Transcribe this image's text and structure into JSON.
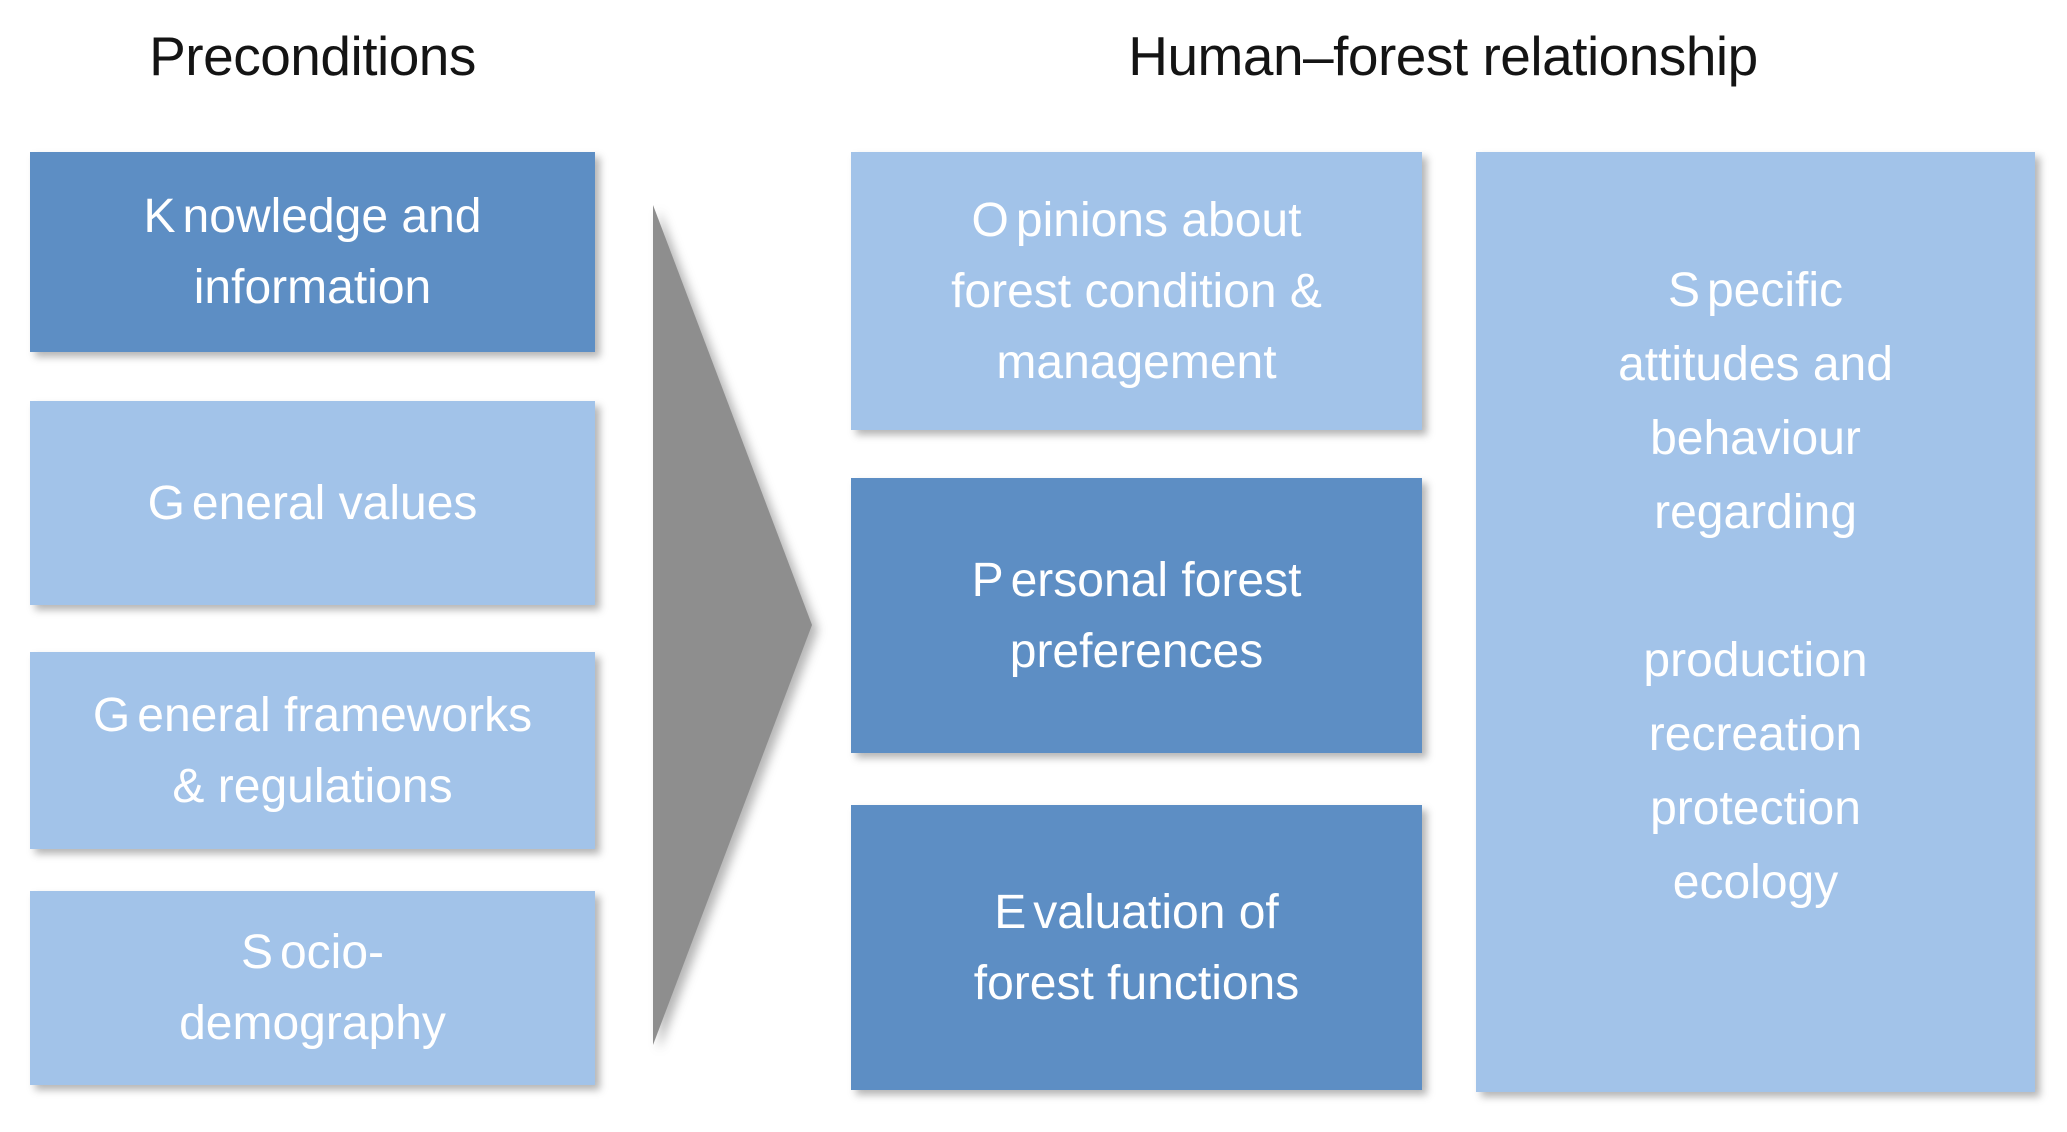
{
  "titles": {
    "preconditions": "Preconditions",
    "human_forest": "Human–forest relationship"
  },
  "columns": {
    "preconditions": {
      "boxes": [
        {
          "id": "knowledge-information",
          "tone": "dark",
          "label": "Knowledge and\ninformation"
        },
        {
          "id": "general-values",
          "tone": "light",
          "label": "General values"
        },
        {
          "id": "frameworks-regulations",
          "tone": "light",
          "label": "General frameworks\n& regulations"
        },
        {
          "id": "socio-demography",
          "tone": "light",
          "label": "Socio-\ndemography"
        }
      ]
    },
    "human_forest": {
      "boxes": [
        {
          "id": "opinions",
          "tone": "light",
          "label": "Opinions about\nforest condition &\nmanagement"
        },
        {
          "id": "personal",
          "tone": "dark",
          "label": "Personal forest\npreferences"
        },
        {
          "id": "evaluation",
          "tone": "dark",
          "label": "Evaluation of\nforest functions"
        }
      ]
    },
    "outcomes": {
      "box": {
        "id": "specific-attitudes",
        "tone": "light",
        "label": "Specific\nattitudes and\nbehaviour\nregarding\n\nproduction\nrecreation\nprotection\necology"
      }
    }
  },
  "arrow": {
    "name": "flow-arrow",
    "direction": "right"
  },
  "colors": {
    "dark_blue": "#5d8ec4",
    "light_blue": "#a2c3e9",
    "arrow_gray": "#8e8e8e",
    "title_text": "#141414",
    "box_text": "#ffffff",
    "background": "#ffffff"
  }
}
